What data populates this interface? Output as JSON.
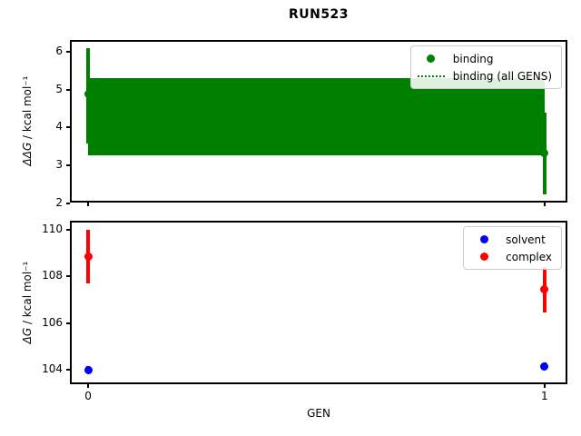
{
  "figure_title": "RUN523",
  "chart_data": [
    {
      "type": "scatter",
      "title": "RUN523",
      "ylabel_math": "ΔΔG",
      "ylabel_rest": " / kcal mol⁻¹",
      "xlabel": "",
      "xlim": [
        -0.036,
        1.046
      ],
      "ylim": [
        2.06,
        6.26
      ],
      "yticks": [
        "2",
        "3",
        "4",
        "5",
        "6"
      ],
      "ytick_values": [
        2,
        3,
        4,
        5,
        6
      ],
      "xticks": [
        "0",
        "1"
      ],
      "xtick_values": [
        0,
        1
      ],
      "xtick_labels_visible": false,
      "grid": false,
      "legend_position": "upper right",
      "legend": [
        {
          "label": "binding",
          "marker": "dot",
          "color": "#008000"
        },
        {
          "label": "binding (all GENS)",
          "marker": "dotted-line",
          "color": "#008000"
        }
      ],
      "band": {
        "label": "binding (all GENS)",
        "color": "#008000",
        "x": [
          0,
          1
        ],
        "y_lo": 3.26,
        "y_hi": 5.3,
        "center": 4.28,
        "line_style": "dotted"
      },
      "series": [
        {
          "name": "binding",
          "color": "#008000",
          "x": [
            0,
            1
          ],
          "y": [
            4.88,
            3.33
          ],
          "yerr_lo": [
            1.31,
            1.11
          ],
          "yerr_hi": [
            1.22,
            1.07
          ]
        }
      ]
    },
    {
      "type": "scatter",
      "title": "",
      "ylabel_math": "ΔG",
      "ylabel_rest": " / kcal mol⁻¹",
      "xlabel": "GEN",
      "xlim": [
        -0.036,
        1.046
      ],
      "ylim": [
        103.46,
        110.31
      ],
      "yticks": [
        "104",
        "106",
        "108",
        "110"
      ],
      "ytick_values": [
        104,
        106,
        108,
        110
      ],
      "xticks": [
        "0",
        "1"
      ],
      "xtick_values": [
        0,
        1
      ],
      "xtick_labels_visible": true,
      "grid": false,
      "legend_position": "upper right",
      "legend": [
        {
          "label": "solvent",
          "marker": "dot",
          "color": "#0000ff"
        },
        {
          "label": "complex",
          "marker": "dot",
          "color": "#ff0000"
        }
      ],
      "series": [
        {
          "name": "solvent",
          "color": "#0000ff",
          "x": [
            0,
            1
          ],
          "y": [
            104.0,
            104.15
          ],
          "yerr_lo": [
            0.15,
            0.15
          ],
          "yerr_hi": [
            0.15,
            0.15
          ]
        },
        {
          "name": "complex",
          "color": "#ff0000",
          "x": [
            0,
            1
          ],
          "y": [
            108.85,
            107.45
          ],
          "yerr_lo": [
            1.15,
            1.0
          ],
          "yerr_hi": [
            1.15,
            0.95
          ]
        }
      ]
    }
  ]
}
